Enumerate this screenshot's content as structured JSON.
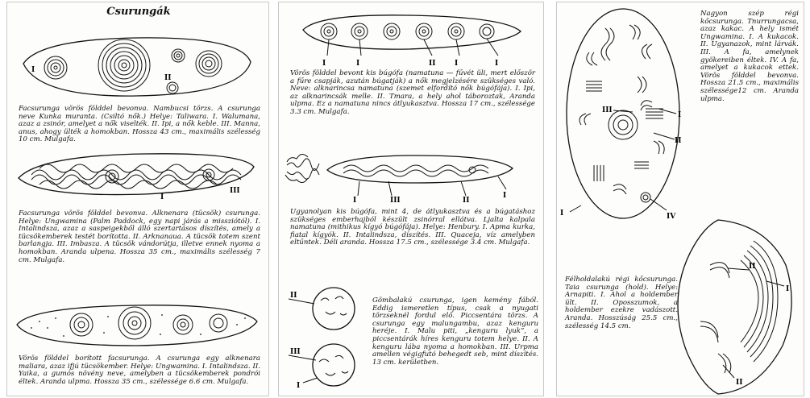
{
  "panel1": {
    "title": "Csurungák",
    "caption1": "Facsurunga vörös földdel bevonva. Nambucsi törzs. A csurunga neve Kunka muranta. (Csiltó nők.) Helye: Taliwara. I. Walumana, azaz a zsinór, amelyet a nők viselték. II. Ipi, a nők keble. III. Manna, anus, ahogy ülték a homokban. Hossza 43 cm., maximális szélesség 10 cm. Mulgafa.",
    "caption2": "Facsurunga vörös földdel bevonva. Alknenara (tücsök) csurunga. Helye: Ungwamina (Palm Paddock, egy napi járás a missziótól). I. Intalindsza, azaz a saspeigekből álló szertartásos díszítés, amely a tücsökemberek testét borította. II. Arknanaua. A tücsök totem szent barlangja. III. Imbasza. A tücsök vándorútja, illetve ennek nyoma a homokban. Aranda ulpena. Hossza 35 cm., maximális szélesség 7 cm. Mulgafa.",
    "caption3": "Vörös földdel borított facsurunga. A csurunga egy alknenara maliara, azaz ifjú tücsökember. Helye: Ungwamina. I. Intalindsza. II. Yaika, a gumós növény neve, amelyben a tücsökemberek pondrói éltek. Aranda ulpma. Hossza 35 cm., szélessége 6.6 cm. Mulgafa."
  },
  "panel2": {
    "caption1": "Vörös földdel bevont kis búgófa (namatuna — fűvét üli, mert először a fűre csapják, azután búgatják) a nők megjelzésére szükséges való. Neve: alknarincsa namatuna (szemet elfordító nők búgófája). I. Ipi, az alknarincsák melle. II. Tmara, a hely ahol táboroztak, Aranda ulpma. Ez a namatuna nincs átlyukasztva. Hossza 17 cm., szélessége 3.3 cm. Mulgafa.",
    "caption2": "Ugyanolyan kis búgófa, mint 4, de átlyukasztva és a búgatáshoz szükséges emberhajból készült zsinórral ellátva. Ljalta kalpala namatuna (mithikus kígyó búgófája). Helye: Henbury. I. Apma kurka, fiatal kígyók. II. Intalindsza, díszítés. III. Quaceja, víz amelyben eltűntek. Déli aranda. Hossza 17.5 cm., szélessége 3.4 cm. Mulgafa.",
    "caption3": "Gömbalakú csurunga, igen kemény fából. Eddig ismeretlen típus, csak a nyugati törzseknél fordul elő. Piccsentára törzs. A csurunga egy malungambu, azaz kenguru heréje. I. Malu piti, „kenguru lyuk”, a piccsentárák híres kenguru totem helye. II. A kenguru lába nyoma a homokban. III. Urpma amellen végigfutó behegedt seb, mint díszítés. 13 cm. kerületben."
  },
  "panel3": {
    "caption1": "Nagyon szép régi kőcsurunga. Tnurrungacsa, azaz kakac. A hely ismét Ungwamina. I. A kukacok. II. Ugyanazok, mint lárvák. III. A fa, amelynek gyökereiben éltek. IV. A fa, amelyet a kukacok ettek. Vörös földdel bevonva. Hossza 21.5 cm., maximális szélessége12 cm. Aranda ulpma.",
    "caption2": "Félholdalakú régi kőcsurunga. Taia csurunga (hold). Helye: Arnapiti. I. Ahol a holdember ült. II. Oposszumok, a holdember ezekre vadászott. Aranda. Hosszúság 25.5 cm., szélesség 14.5 cm."
  },
  "labels": {
    "I": "I",
    "II": "II",
    "III": "III",
    "IV": "IV"
  }
}
